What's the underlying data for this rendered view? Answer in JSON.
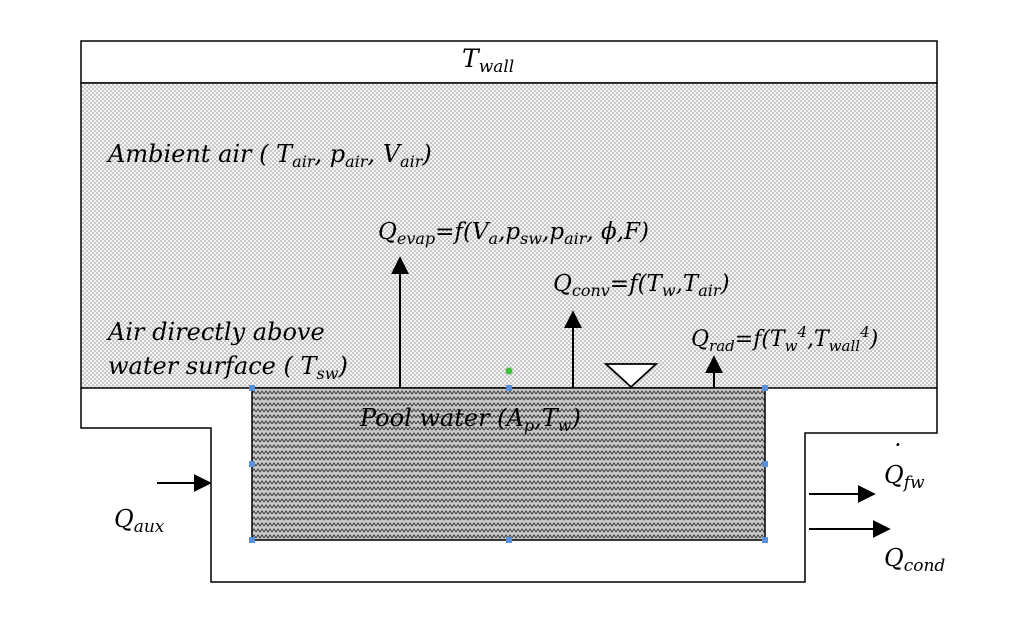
{
  "diagram": {
    "wall_label": {
      "main": "T",
      "sub": "wall"
    },
    "ambient_air": {
      "prefix": "Ambient air ( ",
      "t": "T",
      "t_sub": "air",
      "sep1": ", ",
      "p": "p",
      "p_sub": "air",
      "sep2": ", ",
      "v": "V",
      "v_sub": "air",
      "suffix": ")"
    },
    "air_above": {
      "line1": "Air directly above",
      "line2_prefix": "water surface ( ",
      "t": "T",
      "t_sub": "sw",
      "suffix": ")"
    },
    "q_evap": {
      "q": "Q",
      "q_sub": "evap",
      "body1": "=f(V",
      "va_sub": "a",
      "body2": ",p",
      "psw_sub": "sw",
      "body3": ",p",
      "pair_sub": "air",
      "body4": ", ϕ,F)"
    },
    "q_conv": {
      "q": "Q",
      "q_sub": "conv",
      "body1": "=f(T",
      "tw_sub": "w",
      "body2": ",T",
      "tair_sub": "air",
      "body3": ")"
    },
    "q_rad": {
      "q": "Q",
      "q_sub": "rad",
      "body1": "=f(T",
      "tw_sub": "w",
      "tw_sup": "4",
      "body2": ",T",
      "twall_sub": "wall",
      "twall_sup": "4",
      "body3": ")"
    },
    "pool_water": {
      "prefix": "Pool water (",
      "a": "A",
      "a_sub": "p",
      "sep": ",",
      "t": "T",
      "t_sub": "w",
      "suffix": ")"
    },
    "q_aux": {
      "q": "Q",
      "sub": "aux"
    },
    "q_fw": {
      "q": "Q",
      "dot": "˙",
      "sub": "fw"
    },
    "q_cond": {
      "q": "Q",
      "sub": "cond"
    }
  }
}
